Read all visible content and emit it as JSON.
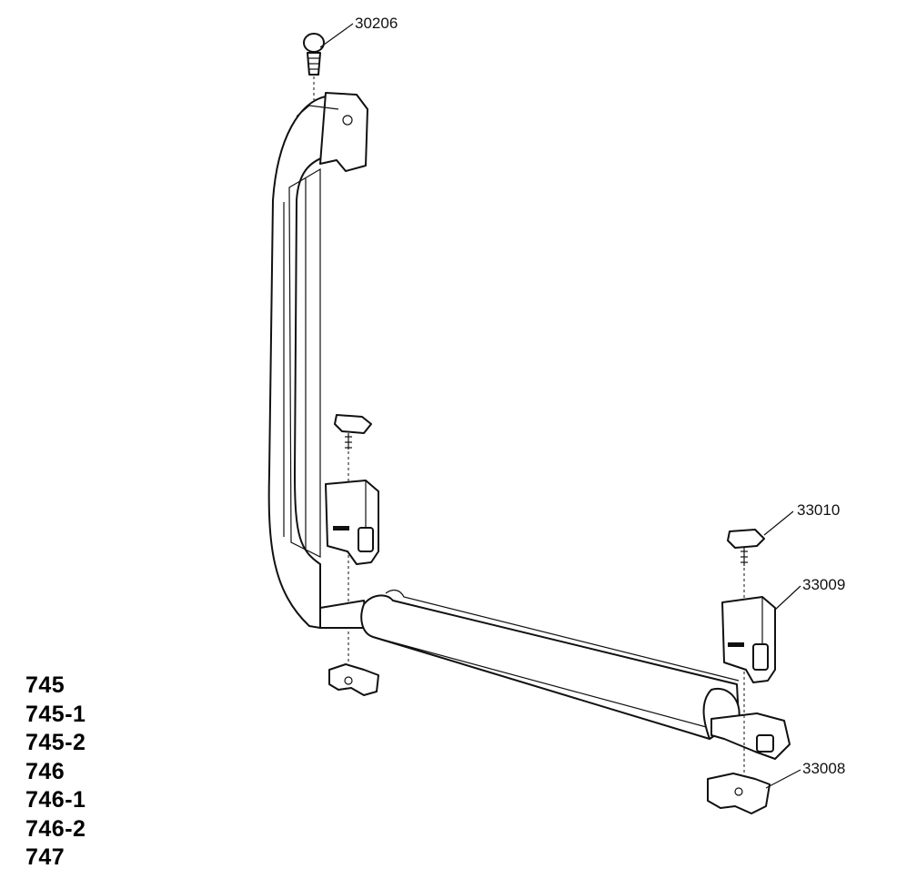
{
  "callouts": [
    {
      "id": "30206",
      "label": "30206"
    },
    {
      "id": "33010",
      "label": "33010"
    },
    {
      "id": "33009",
      "label": "33009"
    },
    {
      "id": "33008",
      "label": "33008"
    }
  ],
  "models": [
    "745",
    "745-1",
    "745-2",
    "746",
    "746-1",
    "746-2",
    "747"
  ]
}
